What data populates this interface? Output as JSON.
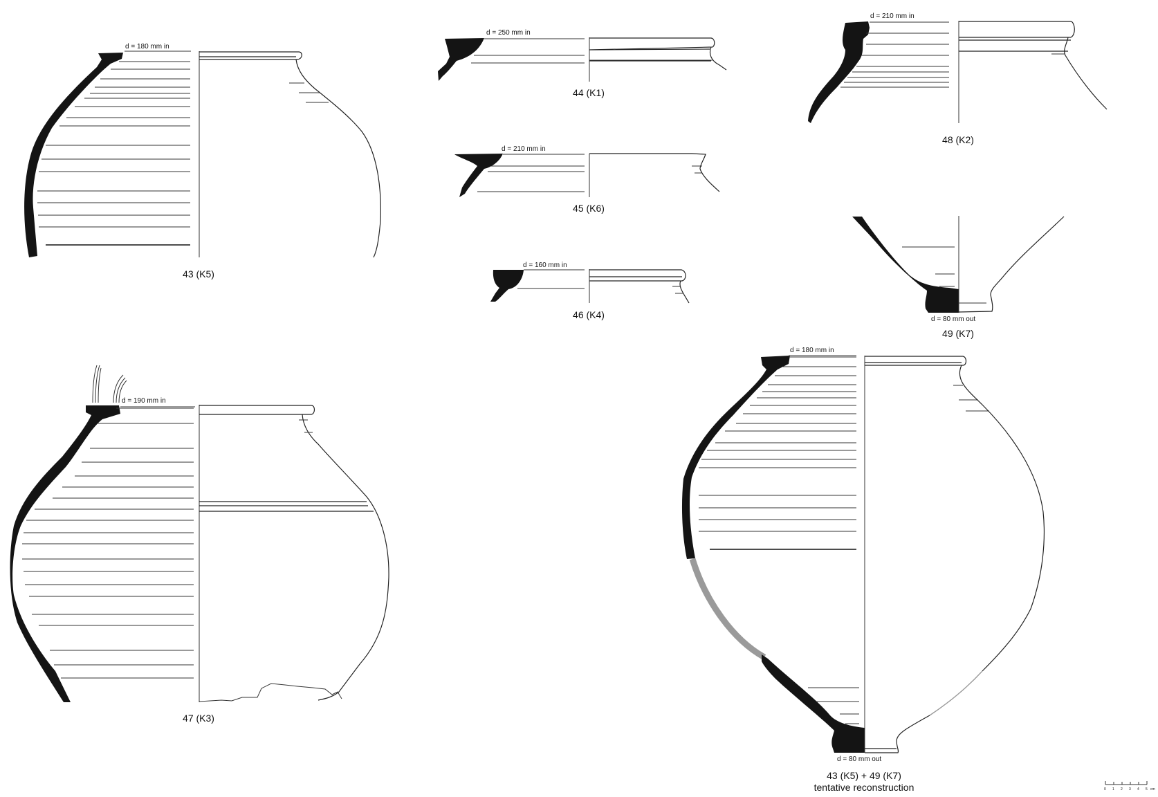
{
  "figure": {
    "items": [
      {
        "id": "43",
        "caption": "43 (K5)",
        "diameter": "d = 180 mm in"
      },
      {
        "id": "44",
        "caption": "44 (K1)",
        "diameter": "d = 250 mm in"
      },
      {
        "id": "45",
        "caption": "45 (K6)",
        "diameter": "d = 210 mm in"
      },
      {
        "id": "46",
        "caption": "46 (K4)",
        "diameter": "d = 160 mm in"
      },
      {
        "id": "47",
        "caption": "47 (K3)",
        "diameter": "d = 190 mm in"
      },
      {
        "id": "48",
        "caption": "48 (K2)",
        "diameter": "d = 210 mm in"
      },
      {
        "id": "49",
        "caption": "49 (K7)",
        "diameter": "d = 80 mm out"
      },
      {
        "id": "recon",
        "caption": "43 (K5) + 49 (K7)",
        "caption2": "tentative reconstruction",
        "diameter_top": "d = 180 mm in",
        "diameter_base": "d = 80 mm out"
      }
    ],
    "scale_bar": {
      "ticks": [
        "0",
        "1",
        "2",
        "3",
        "4",
        "5"
      ],
      "unit": "cm"
    },
    "colors": {
      "section": "#141414",
      "reconstructed": "#9a9a9a",
      "outline": "#222222"
    }
  }
}
